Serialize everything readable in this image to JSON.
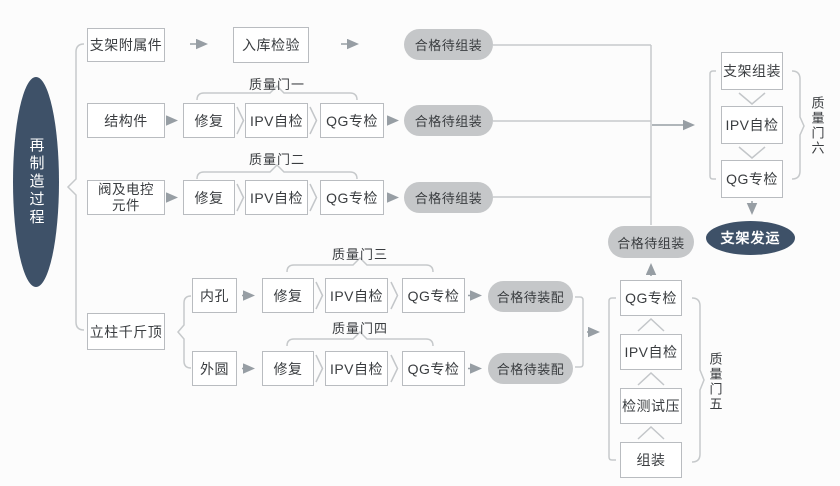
{
  "colors": {
    "dark_navy": "#3e5168",
    "pill_gray": "#c5c7c9",
    "box_border": "#b9bcc0",
    "line_gray": "#c6c9cb",
    "arrow_gray": "#979ea4",
    "text": "#3a3d40"
  },
  "flow": {
    "root_label": "再制造过程",
    "r1": {
      "input": "支架附属件",
      "inspect": "入库检验",
      "output": "合格待组装"
    },
    "r2": {
      "input": "结构件",
      "repair": "修复",
      "self_check": "IPV自检",
      "special_check": "QG专检",
      "gate": "质量门一",
      "output": "合格待组装"
    },
    "r3": {
      "input_line1": "阀及电控",
      "input_line2": "元件",
      "repair": "修复",
      "self_check": "IPV自检",
      "special_check": "QG专检",
      "gate": "质量门二",
      "output": "合格待组装"
    },
    "r4": {
      "input": "立柱千斤顶"
    },
    "bore": {
      "name": "内孔",
      "repair": "修复",
      "self_check": "IPV自检",
      "special_check": "QG专检",
      "gate": "质量门三",
      "output": "合格待装配"
    },
    "outer": {
      "name": "外圆",
      "repair": "修复",
      "self_check": "IPV自检",
      "special_check": "QG专检",
      "gate": "质量门四",
      "output": "合格待装配"
    },
    "col5": {
      "special_check": "QG专检",
      "self_check": "IPV自检",
      "pressure_test": "检测试压",
      "assembly": "组装",
      "gate": "质量门五",
      "output": "合格待组装"
    },
    "col6": {
      "assembly": "支架组装",
      "self_check": "IPV自检",
      "special_check": "QG专检",
      "gate": "质量门六",
      "shipping": "支架发运"
    }
  }
}
